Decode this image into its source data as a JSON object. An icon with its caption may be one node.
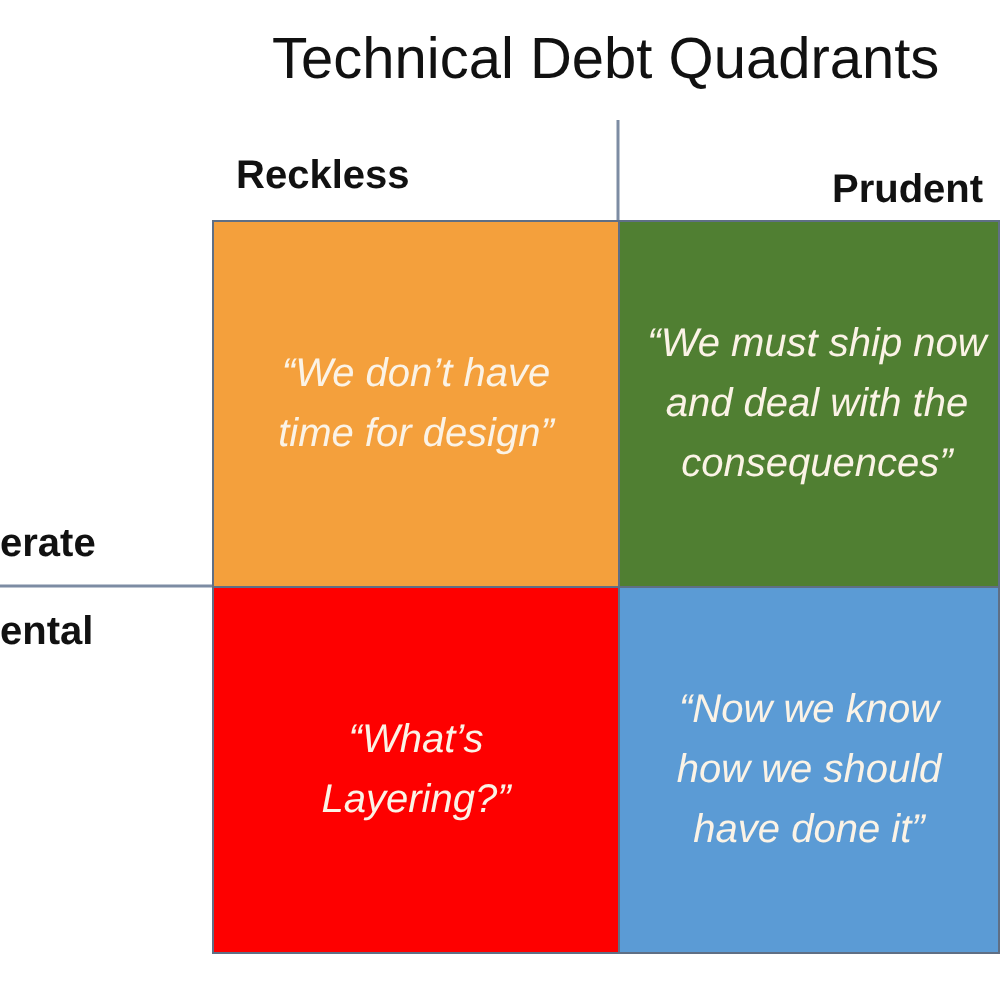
{
  "diagram": {
    "title": "Technical Debt Quadrants",
    "nodes": [
      {
        "text": [
          "“We don’t have time for design”"
        ]
      },
      {
        "text": [
          "“We must ship now and deal with the consequences”"
        ]
      },
      {
        "text": [
          "“What’s Layering?”"
        ]
      },
      {
        "text": [
          "“Now we know how we should have done it”"
        ]
      }
    ],
    "labels": [
      "Reckless",
      "Prudent",
      "erate",
      "ental"
    ]
  }
}
